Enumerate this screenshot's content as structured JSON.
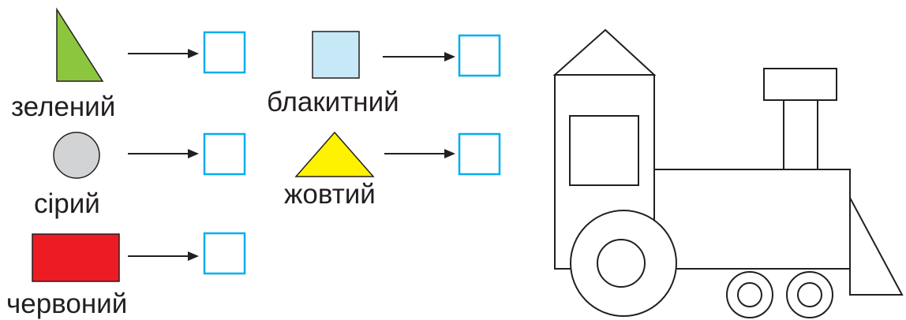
{
  "colors": {
    "green": "#8cc63f",
    "light_blue": "#c7e8f7",
    "gray": "#d1d3d4",
    "yellow": "#fff200",
    "red": "#ed1c24",
    "box_border": "#00aeef",
    "ink": "#231f20"
  },
  "items": [
    {
      "shape": "triangle-right",
      "color_label": "зелений"
    },
    {
      "shape": "square",
      "color_label": "блакитний"
    },
    {
      "shape": "circle",
      "color_label": "сірий"
    },
    {
      "shape": "triangle",
      "color_label": "жовтий"
    },
    {
      "shape": "rectangle",
      "color_label": "червоний"
    }
  ],
  "picture": {
    "subject": "train-locomotive-outline"
  }
}
